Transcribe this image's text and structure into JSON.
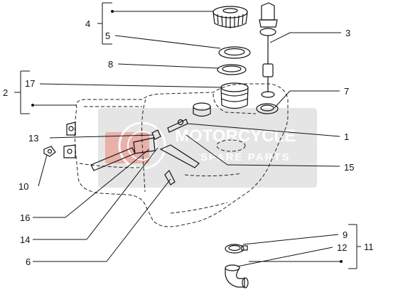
{
  "callouts": {
    "c1": "1",
    "c2": "2",
    "c3": "3",
    "c4": "4",
    "c5": "5",
    "c6": "6",
    "c7": "7",
    "c8": "8",
    "c9": "9",
    "c10": "10",
    "c11": "11",
    "c12": "12",
    "c13": "13",
    "c14": "14",
    "c15": "15",
    "c16": "16",
    "c17": "17"
  },
  "watermark": {
    "line1": "MOTORCYCLE",
    "line2": "SPARE PARTS",
    "color": "#c9c9c9",
    "accent": "#e8a49a"
  }
}
